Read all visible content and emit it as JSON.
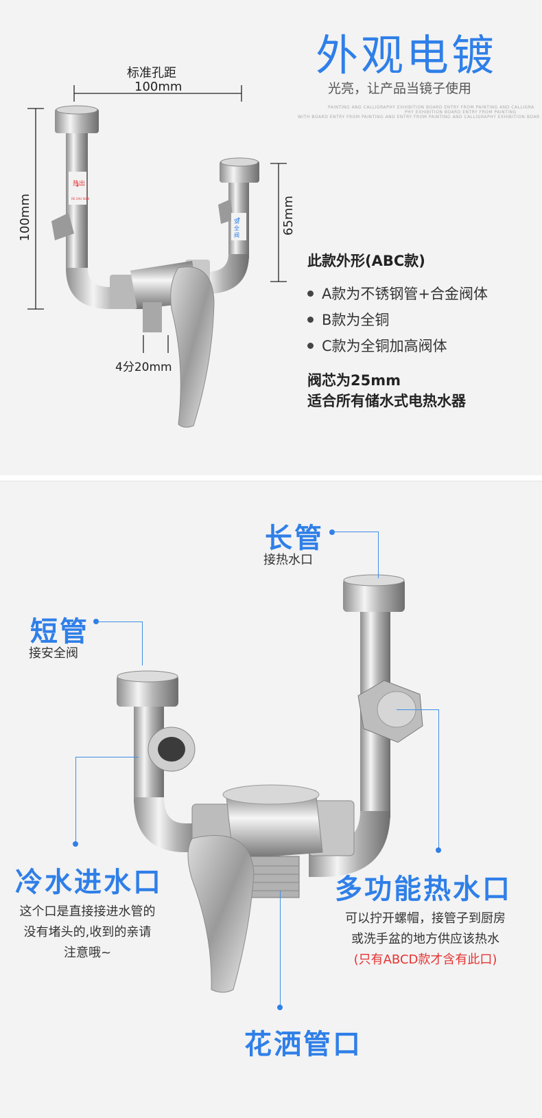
{
  "panel1": {
    "heading": "外观电镀",
    "subheading": "光亮，让产品当镜子使用",
    "tiny_text": [
      "PAINTING AND CALLIGRAPHY EXHIBITION BOARD ENTRY FROM PAINTING AND CALLIGRA",
      "PHY EXHIBITION BOARD ENTRY FROM PAINTING",
      "WITH BOARD ENTRY FROM PAINTING AND ENTRY FROM PAINTING AND CALLIGRAPHY EXHIBITION BOAR"
    ],
    "dims": {
      "hole_title": "标准孔距",
      "hole_value": "100mm",
      "left_height": "100mm",
      "right_height": "65mm",
      "outlet": "4分20mm"
    },
    "pipe_labels": {
      "hot_out": "热出",
      "hot_out_en": "RE CHU SHUI",
      "safety": "安全阀"
    },
    "spec_title": "此款外形(ABC款)",
    "bullets": [
      "A款为不锈钢管+合金阀体",
      "B款为全铜",
      "C款为全铜加高阀体"
    ],
    "valve_core": "阀芯为25mm",
    "compat": "适合所有储水式电热水器"
  },
  "panel2": {
    "long_pipe": {
      "title": "长管",
      "sub": "接热水口"
    },
    "short_pipe": {
      "title": "短管",
      "sub": "接安全阀"
    },
    "cold_inlet": {
      "title": "冷水进水口",
      "lines": [
        "这个口是直接接进水管的",
        "没有堵头的,收到的亲请",
        "注意哦~"
      ]
    },
    "multi_hot": {
      "title": "多功能热水口",
      "lines": [
        "可以拧开螺帽，接管子到厨房",
        "或洗手盆的地方供应该热水"
      ],
      "red_line": "(只有ABCD款才含有此口)"
    },
    "shower": {
      "title": "花洒管口"
    }
  },
  "colors": {
    "accent": "#2f7fe8",
    "red": "#e53333",
    "chrome": "#c9c9c9"
  }
}
